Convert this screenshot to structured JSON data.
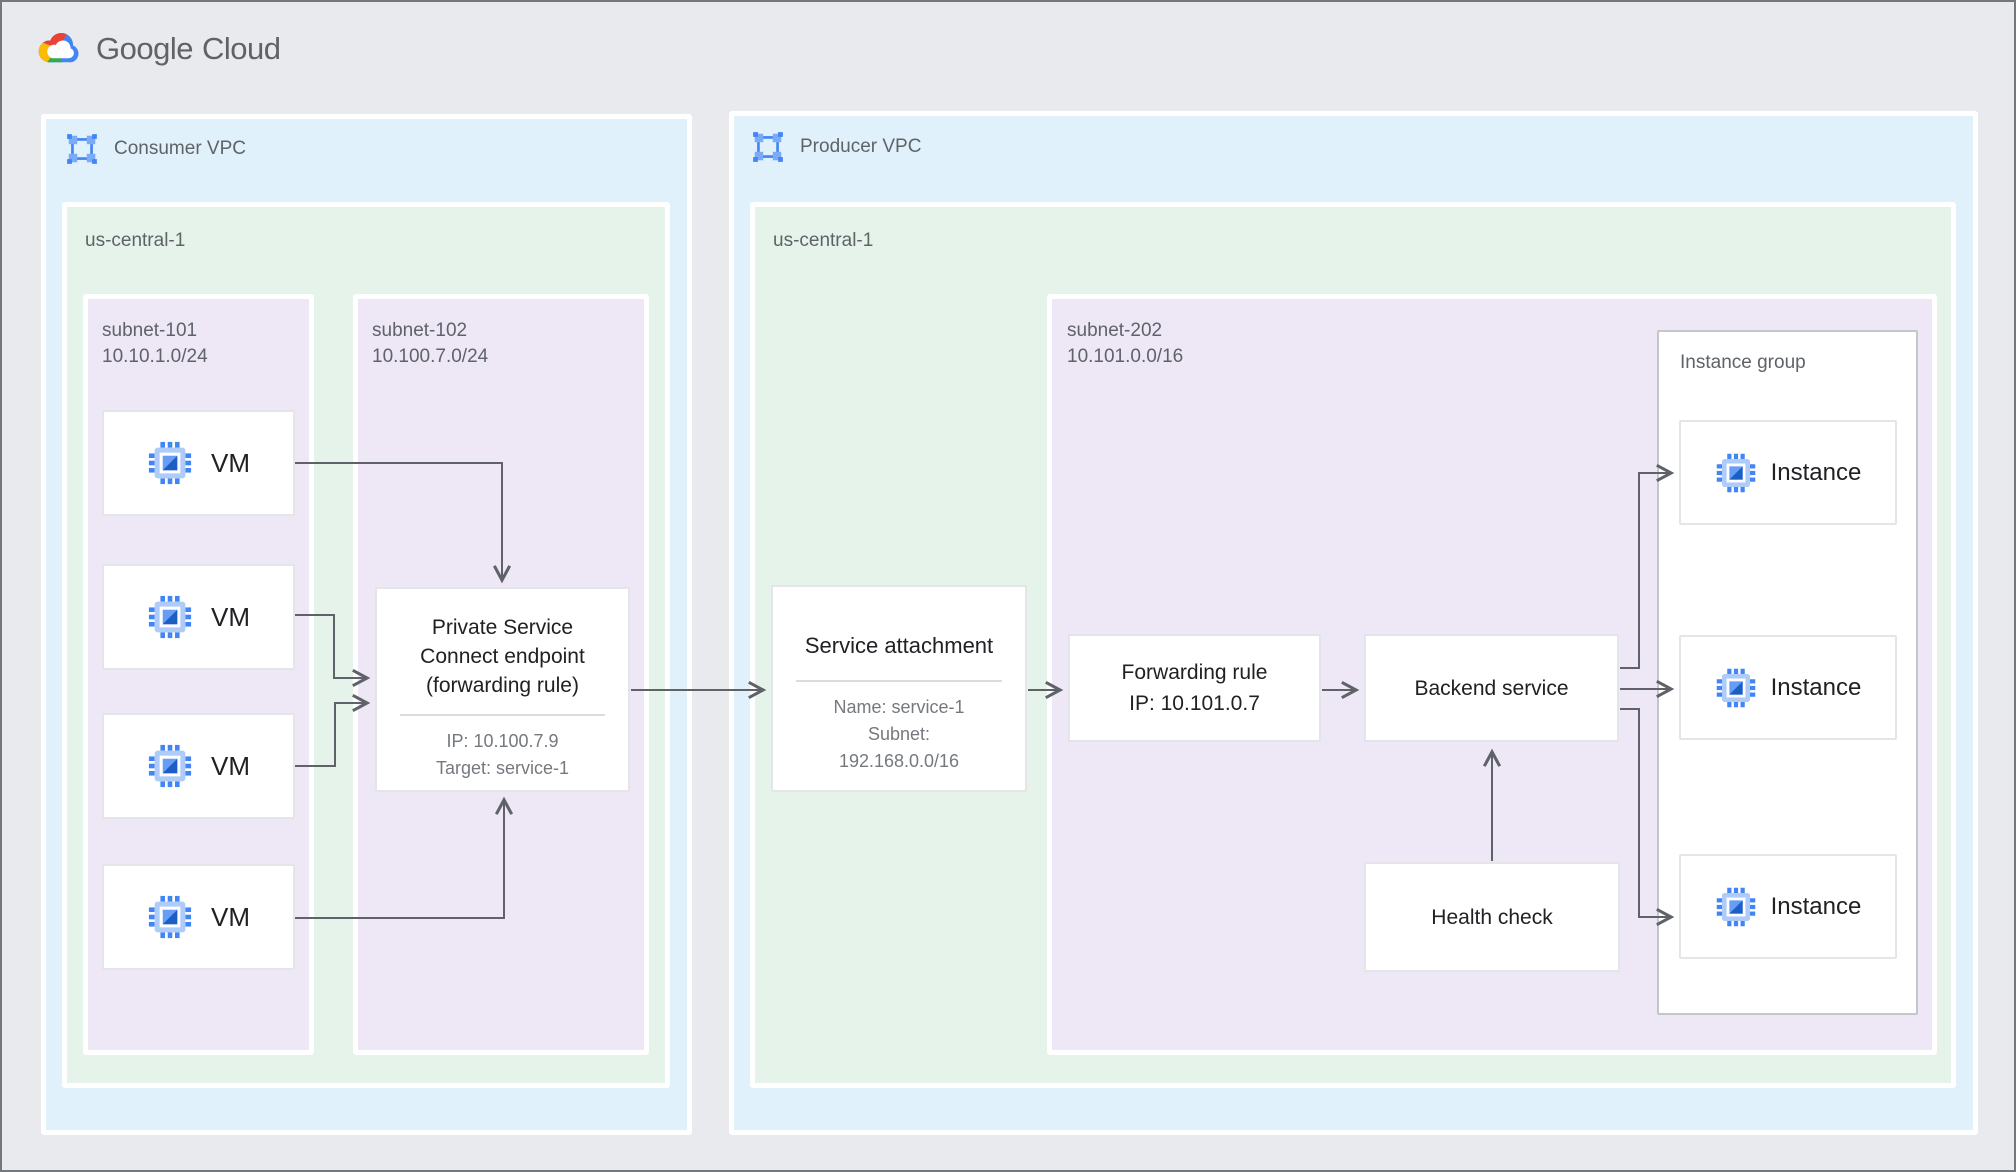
{
  "logo": {
    "google": "Google",
    "cloud": "Cloud"
  },
  "consumer_vpc": {
    "label": "Consumer VPC",
    "region": {
      "label": "us-central-1",
      "subnet101": {
        "name_and_cidr": "subnet-101\n10.10.1.0/24",
        "vms": [
          {
            "label": "VM"
          },
          {
            "label": "VM"
          },
          {
            "label": "VM"
          },
          {
            "label": "VM"
          }
        ]
      },
      "subnet102": {
        "name_and_cidr": "subnet-102\n10.100.7.0/24",
        "psc_endpoint": {
          "title": "Private Service Connect endpoint (forwarding rule)",
          "ip": "IP: 10.100.7.9",
          "target": "Target: service-1"
        }
      }
    }
  },
  "producer_vpc": {
    "label": "Producer VPC",
    "region": {
      "label": "us-central-1",
      "service_attachment": {
        "title": "Service attachment",
        "line1": "Name: service-1",
        "line2": "Subnet:",
        "line3": "192.168.0.0/16"
      },
      "subnet202": {
        "name_and_cidr": "subnet-202\n10.101.0.0/16",
        "forwarding_rule": {
          "line1": "Forwarding rule",
          "line2": "IP: 10.101.0.7"
        },
        "backend_service": {
          "title": "Backend service"
        },
        "health_check": {
          "title": "Health check"
        },
        "instance_group": {
          "label": "Instance group",
          "instances": [
            {
              "label": "Instance"
            },
            {
              "label": "Instance"
            },
            {
              "label": "Instance"
            }
          ]
        }
      }
    }
  },
  "icons": {
    "logo": "google-cloud-logo",
    "vpc": "vpc-network-icon",
    "vm": "compute-engine-icon"
  },
  "colors": {
    "page_bg": "#E9EAED",
    "vpc_fill": "#E0F1FB",
    "region_fill": "#E5F3EA",
    "subnet_fill": "#EDE7F6",
    "arrow": "#5F6368",
    "label_gray": "#5F6368",
    "title_dark": "#202124",
    "icon_blue": "#4285F4",
    "icon_light_blue": "#AECBFA"
  }
}
